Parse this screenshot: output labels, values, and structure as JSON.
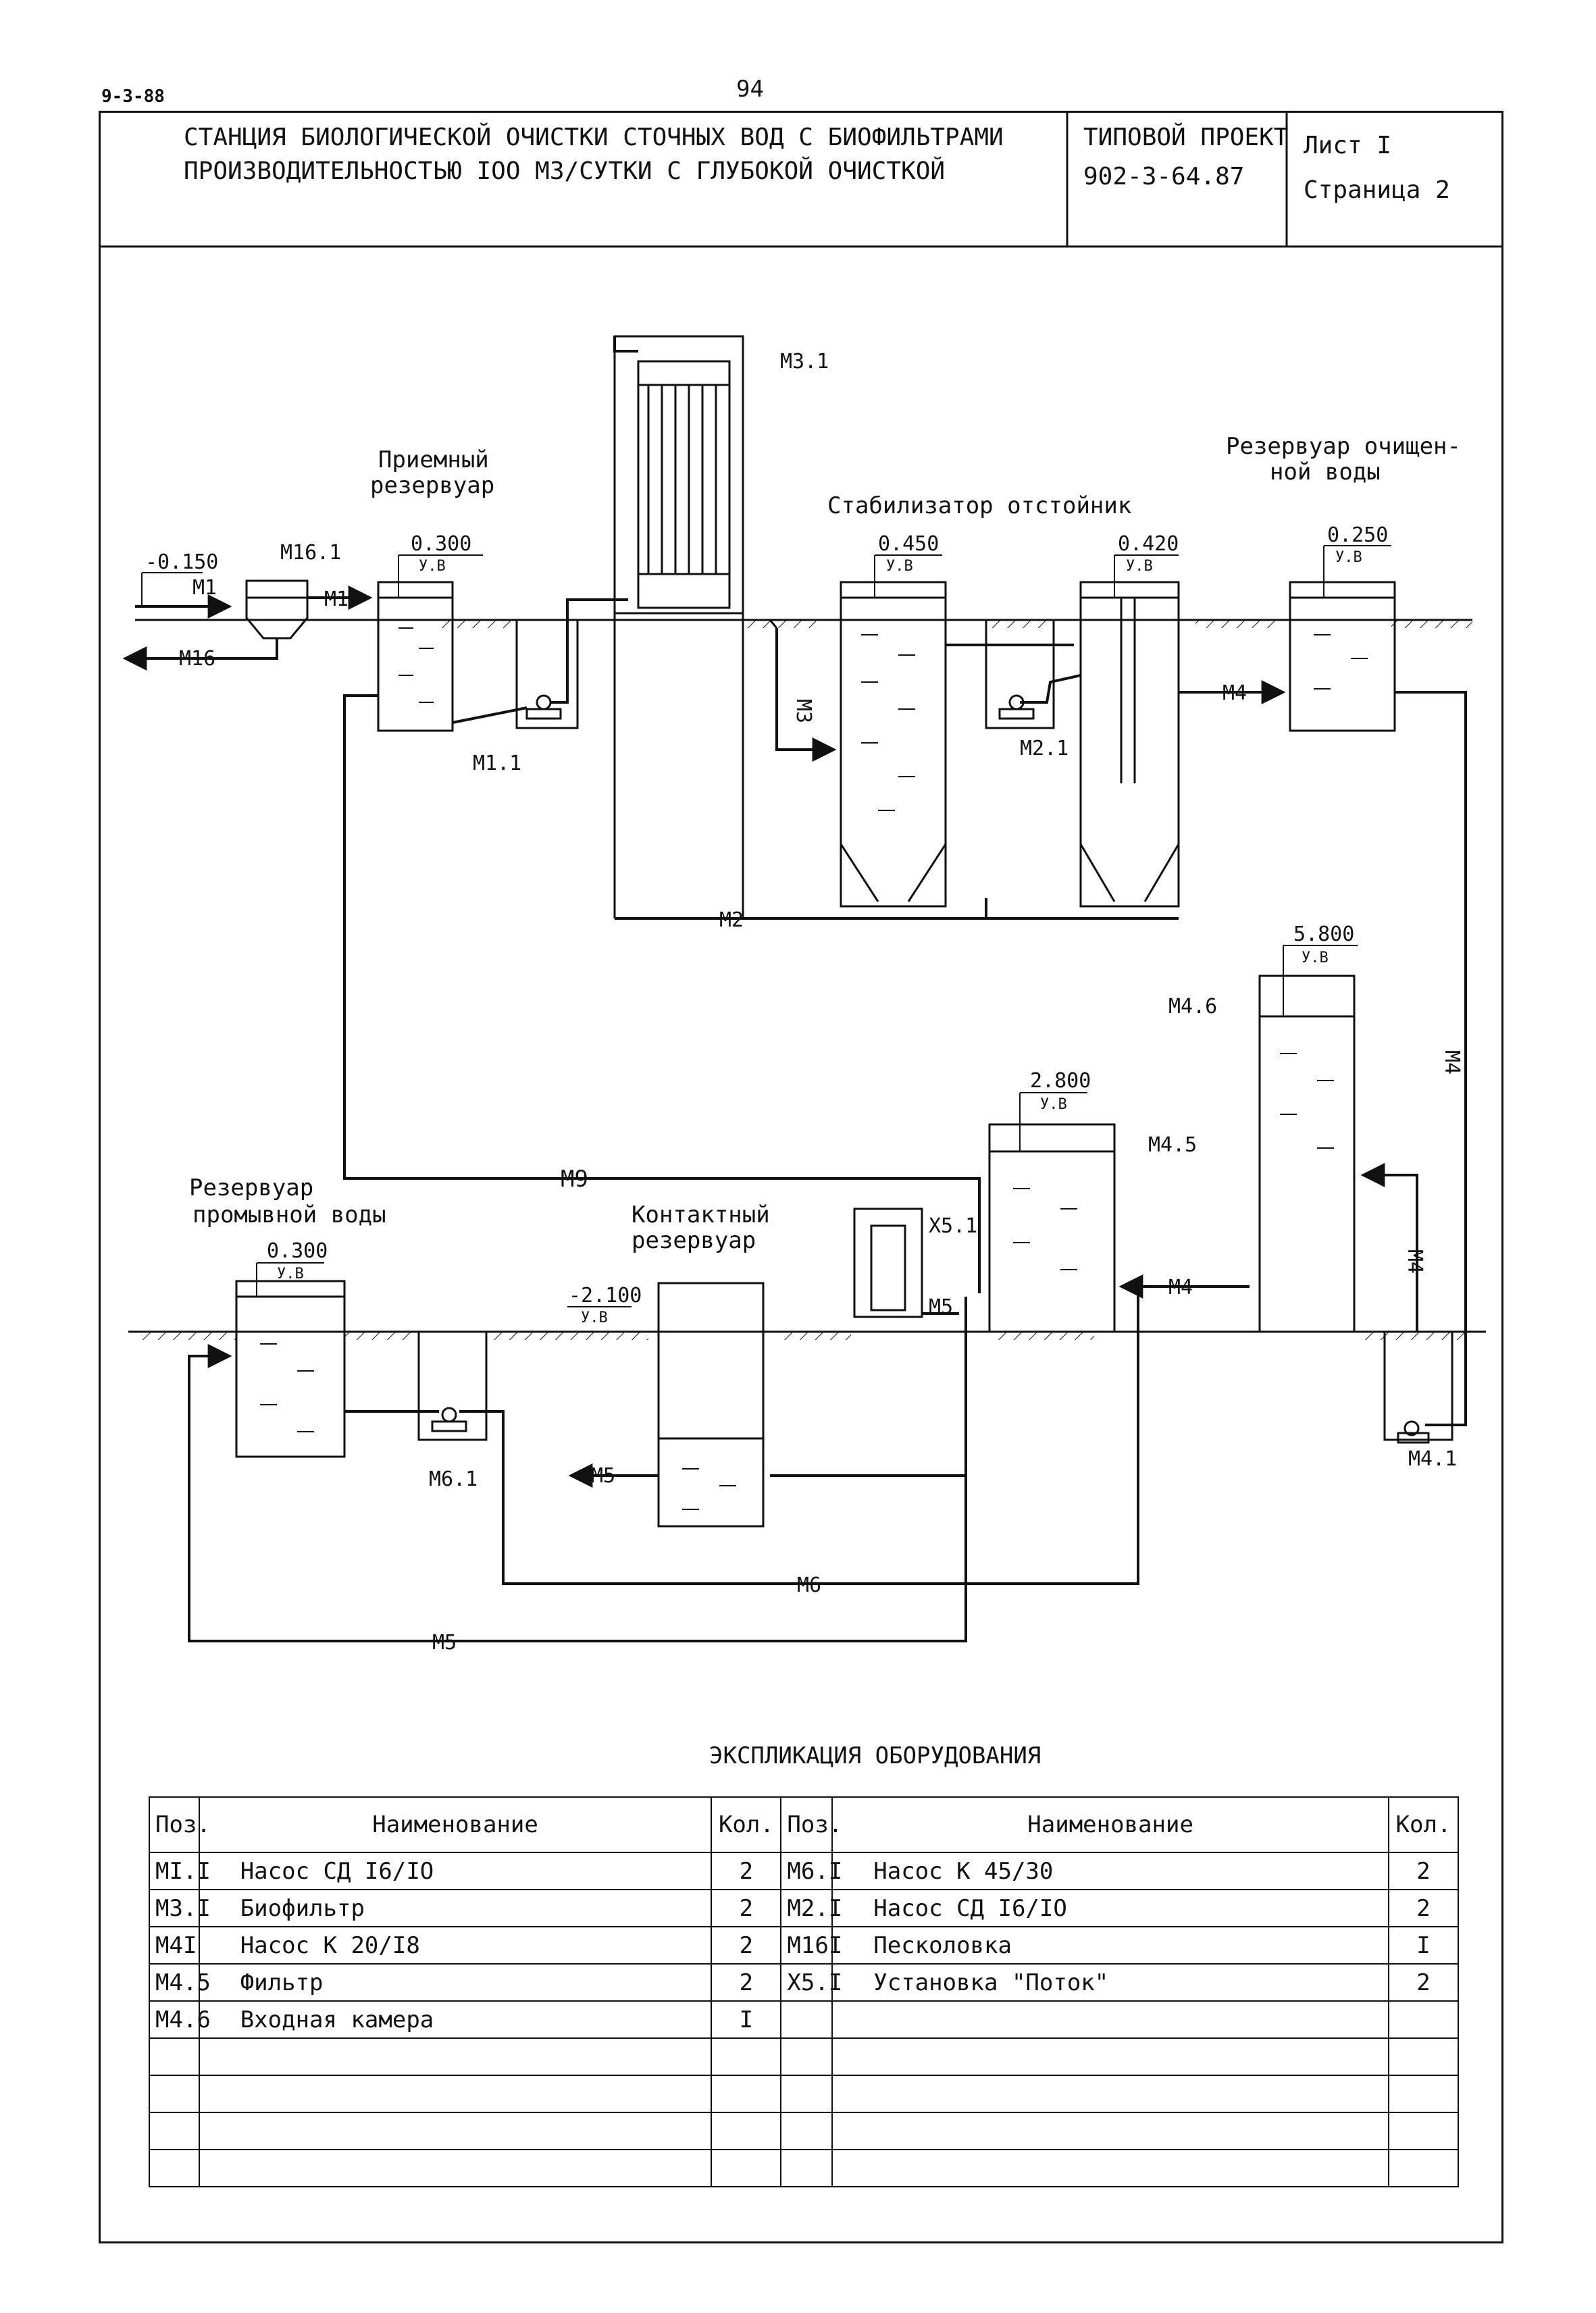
{
  "header": {
    "doc_code": "9-3-88",
    "page_number": "94",
    "title_line1": "СТАНЦИЯ БИОЛОГИЧЕСКОЙ ОЧИСТКИ СТОЧНЫХ ВОД С БИОФИЛЬТРАМИ",
    "title_line2": "ПРОИЗВОДИТЕЛЬНОСТЬЮ IOO M3/СУТКИ С ГЛУБОКОЙ ОЧИСТКОЙ",
    "project_label": "ТИПОВОЙ ПРОЕКТ",
    "project_code": "902-3-64.87",
    "sheet": "Лист  I",
    "page": "Страница 2"
  },
  "diagram": {
    "captions": {
      "receiving_tank_1": "Приемный",
      "receiving_tank_2": "резервуар",
      "stabilizer": "Стабилизатор отстойник",
      "clean_water_tank_1": "Резервуар очищен-",
      "clean_water_tank_2": "ной воды",
      "wash_water_tank_1": "Резервуар",
      "wash_water_tank_2": "промывной воды",
      "contact_tank_1": "Контактный",
      "contact_tank_2": "резервуар"
    },
    "elevations": {
      "inlet": "-0.150",
      "receiving": "0.300",
      "stabilizer": "0.450",
      "settler": "0.420",
      "clean_water": "0.250",
      "tower": "5.800",
      "filter": "2.800",
      "wash_water": "0.300",
      "contact": "-2.100",
      "level_mark": "У.В"
    },
    "tags": {
      "m1": "M1",
      "m16_1": "M16.1",
      "m16": "M16",
      "m1_1": "M1.1",
      "m3_1": "M3.1",
      "m3": "M3",
      "m2": "M2",
      "m2_1": "M2.1",
      "m4": "M4",
      "m4_6": "M4.6",
      "m4_5": "M4.5",
      "m4_1": "M4.1",
      "m9": "M9",
      "x5_1": "X5.1",
      "m5": "M5",
      "m6": "M6",
      "m6_1": "M6.1"
    }
  },
  "table": {
    "title": "ЭКСПЛИКАЦИЯ ОБОРУДОВАНИЯ",
    "headers": [
      "Поз.",
      "Наименование",
      "Кол.",
      "Поз.",
      "Наименование",
      "Кол."
    ],
    "rows": [
      [
        "MI.I",
        "Насос СД I6/IO",
        "2",
        "M6.I",
        "Насос К 45/30",
        "2"
      ],
      [
        "M3.I",
        "Биофильтр",
        "2",
        "M2.I",
        "Насос СД I6/IO",
        "2"
      ],
      [
        "M4I",
        "Насос К 20/I8",
        "2",
        "M16I",
        "Песколовка",
        "I"
      ],
      [
        "M4.5",
        "Фильтр",
        "2",
        "X5.I",
        "Установка \"Поток\"",
        "2"
      ],
      [
        "M4.6",
        "Входная камера",
        "I",
        "",
        "",
        ""
      ],
      [
        "",
        "",
        "",
        "",
        "",
        ""
      ],
      [
        "",
        "",
        "",
        "",
        "",
        ""
      ],
      [
        "",
        "",
        "",
        "",
        "",
        ""
      ],
      [
        "",
        "",
        "",
        "",
        "",
        ""
      ]
    ]
  }
}
